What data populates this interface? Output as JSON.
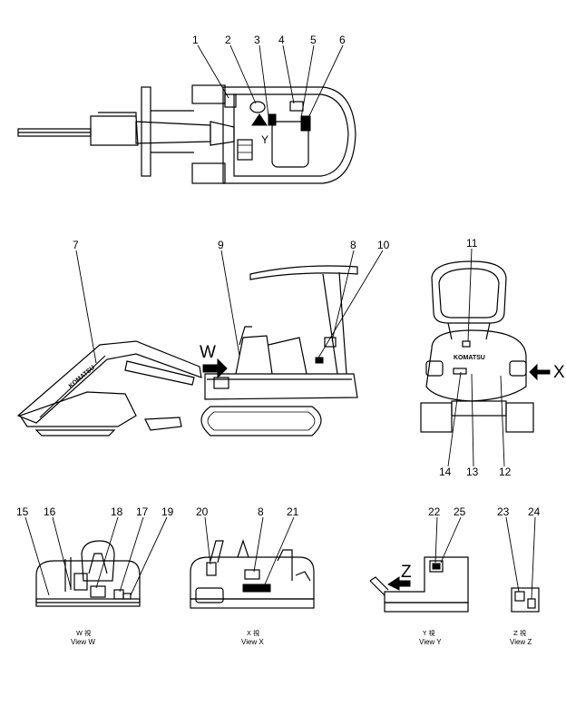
{
  "callouts": {
    "c1": "1",
    "c2": "2",
    "c3": "3",
    "c4": "4",
    "c5": "5",
    "c6": "6",
    "c7": "7",
    "c8a": "8",
    "c9": "9",
    "c10": "10",
    "c11": "11",
    "c12": "12",
    "c13": "13",
    "c14": "14",
    "c15": "15",
    "c16": "16",
    "c17": "17",
    "c18": "18",
    "c19": "19",
    "c20": "20",
    "c8b": "8",
    "c21": "21",
    "c22": "22",
    "c25": "25",
    "c23": "23",
    "c24": "24"
  },
  "view_letters": {
    "y_top": "Y",
    "w": "W",
    "x": "X",
    "z": "Z"
  },
  "brand_text": "KOMATSU",
  "captions": {
    "w_jp": "W  視",
    "w": "View  W",
    "x_jp": "X  視",
    "x": "View  X",
    "y_jp": "Y  視",
    "y": "View  Y",
    "z_jp": "Z  視",
    "z": "View  Z"
  }
}
